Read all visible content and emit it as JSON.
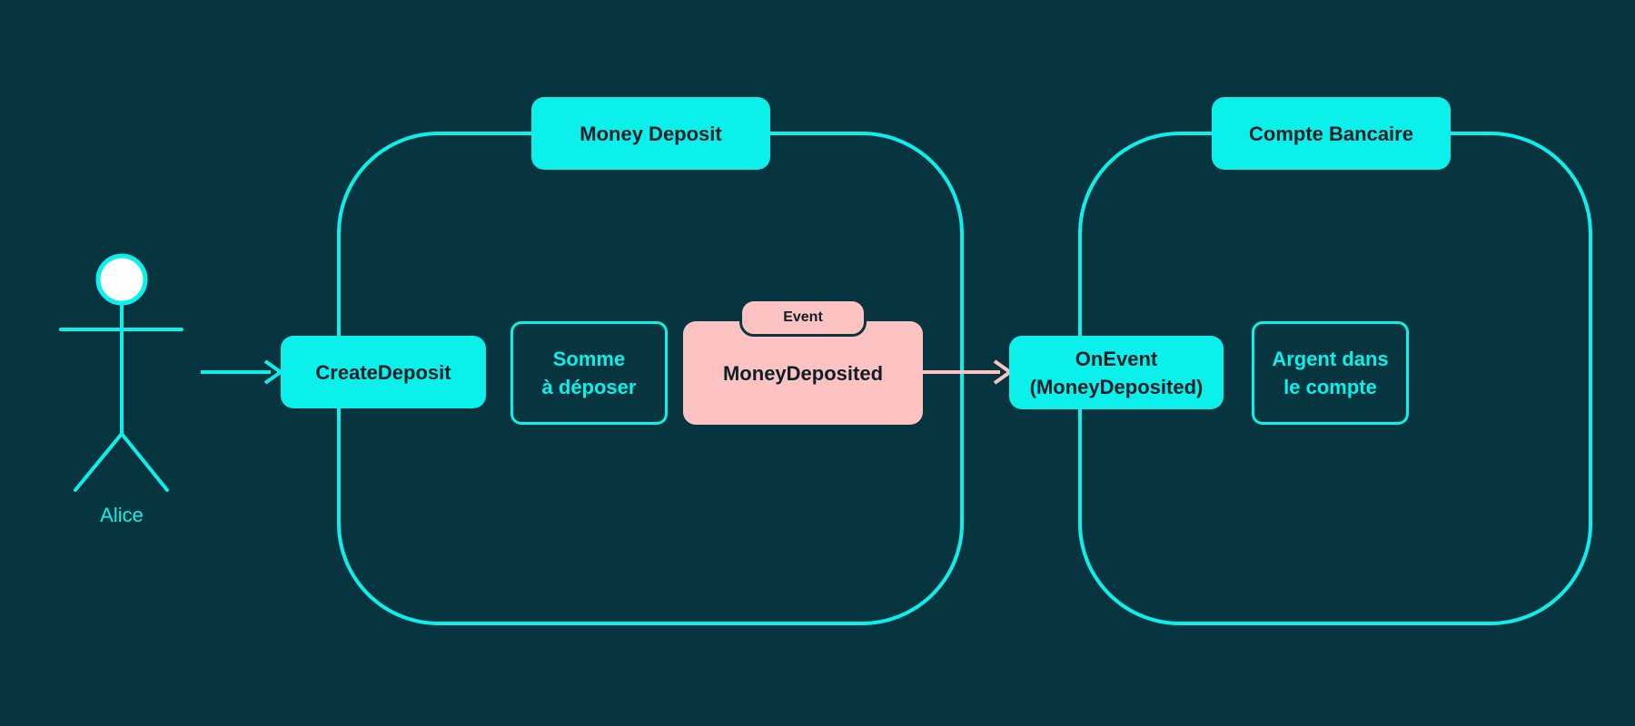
{
  "colors": {
    "background": "#063540",
    "accent": "#0bf0ea",
    "event": "#fdc3c3",
    "dark_text": "#0c1f26"
  },
  "actor": {
    "name": "Alice",
    "icon": "stick-figure-icon"
  },
  "contexts": [
    {
      "title": "Money Deposit",
      "command": "CreateDeposit",
      "data": "Somme\nà déposer",
      "event": {
        "tag": "Event",
        "name": "MoneyDeposited"
      }
    },
    {
      "title": "Compte Bancaire",
      "handler": "OnEvent\n(MoneyDeposited)",
      "data": "Argent dans\nle compte"
    }
  ]
}
